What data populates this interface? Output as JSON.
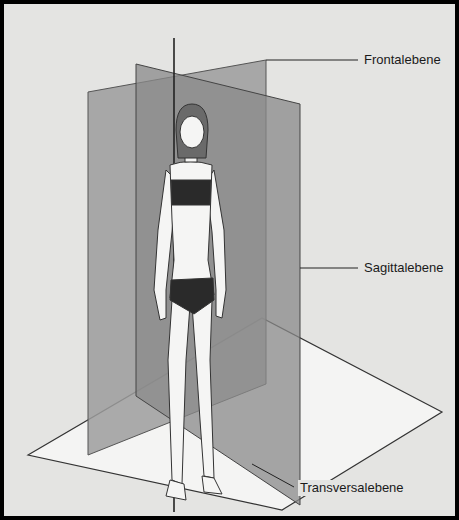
{
  "diagram": {
    "labels": [
      "Frontalebene",
      "Sagittalebene",
      "Transversalebene"
    ]
  }
}
